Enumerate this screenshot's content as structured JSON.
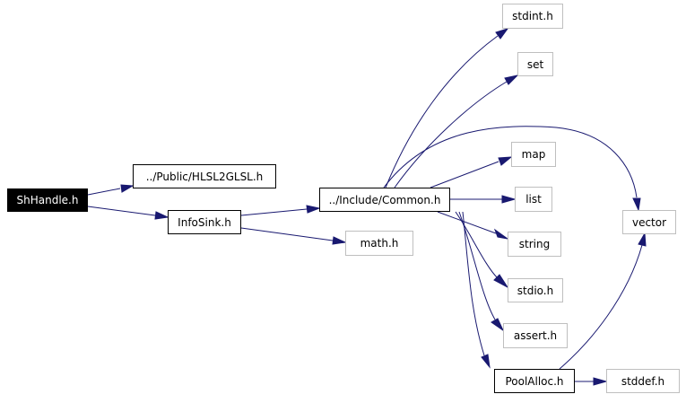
{
  "nodes": {
    "shhandle": "ShHandle.h",
    "hlsl2glsl": "../Public/HLSL2GLSL.h",
    "infosink": "InfoSink.h",
    "common": "../Include/Common.h",
    "math": "math.h",
    "stdint": "stdint.h",
    "set": "set",
    "map": "map",
    "list": "list",
    "string": "string",
    "stdio": "stdio.h",
    "assert": "assert.h",
    "poolalloc": "PoolAlloc.h",
    "vector": "vector",
    "stddef": "stddef.h"
  },
  "colors": {
    "edge": "#191970",
    "root_fill": "#000000",
    "root_text": "#ffffff",
    "project_border": "#000000",
    "external_border": "#bfbfbf"
  }
}
